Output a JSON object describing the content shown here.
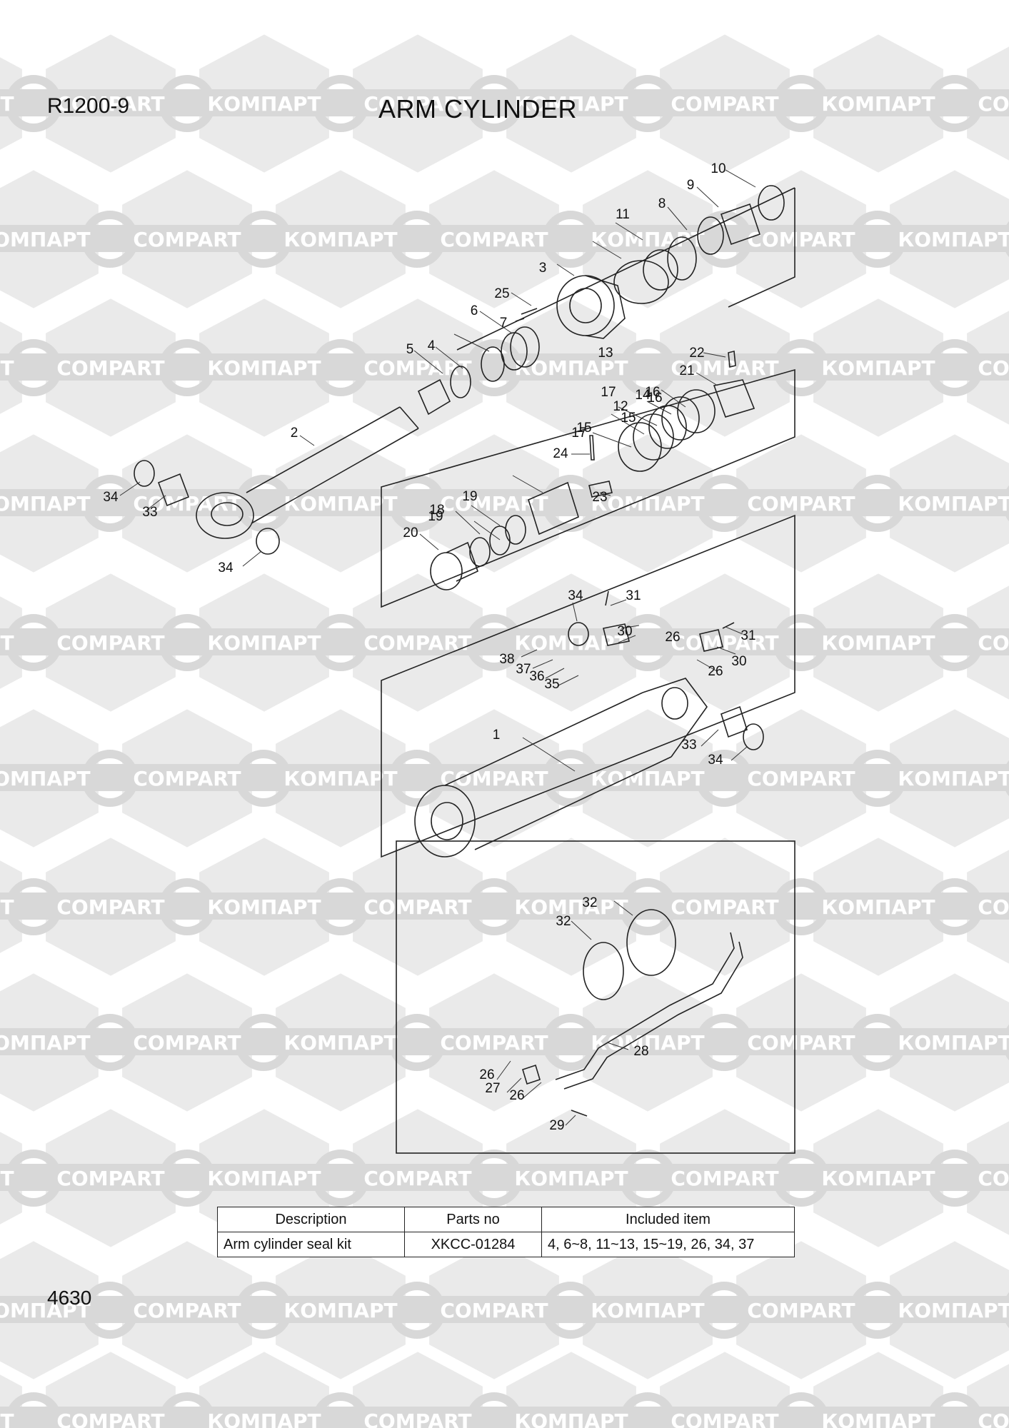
{
  "header": {
    "model": "R1200-9",
    "title": "ARM CYLINDER"
  },
  "page_number": "4630",
  "watermark": {
    "text_cyrillic": "КОМПАРТ",
    "text_latin": "COMPART",
    "color": "#d8d8d8"
  },
  "callouts": [
    "1",
    "2",
    "3",
    "4",
    "5",
    "6",
    "7",
    "8",
    "9",
    "10",
    "11",
    "12",
    "13",
    "14",
    "15",
    "15",
    "16",
    "16",
    "17",
    "17",
    "18",
    "19",
    "19",
    "20",
    "21",
    "22",
    "23",
    "24",
    "25",
    "26",
    "26",
    "26",
    "26",
    "27",
    "28",
    "29",
    "30",
    "30",
    "31",
    "31",
    "32",
    "32",
    "33",
    "33",
    "34",
    "34",
    "34",
    "34",
    "35",
    "36",
    "37",
    "38"
  ],
  "seal_kit_table": {
    "headers": [
      "Description",
      "Parts no",
      "Included item"
    ],
    "rows": [
      [
        "Arm cylinder seal kit",
        "XKCC-01284",
        "4, 6~8, 11~13, 15~19, 26, 34, 37"
      ]
    ]
  }
}
